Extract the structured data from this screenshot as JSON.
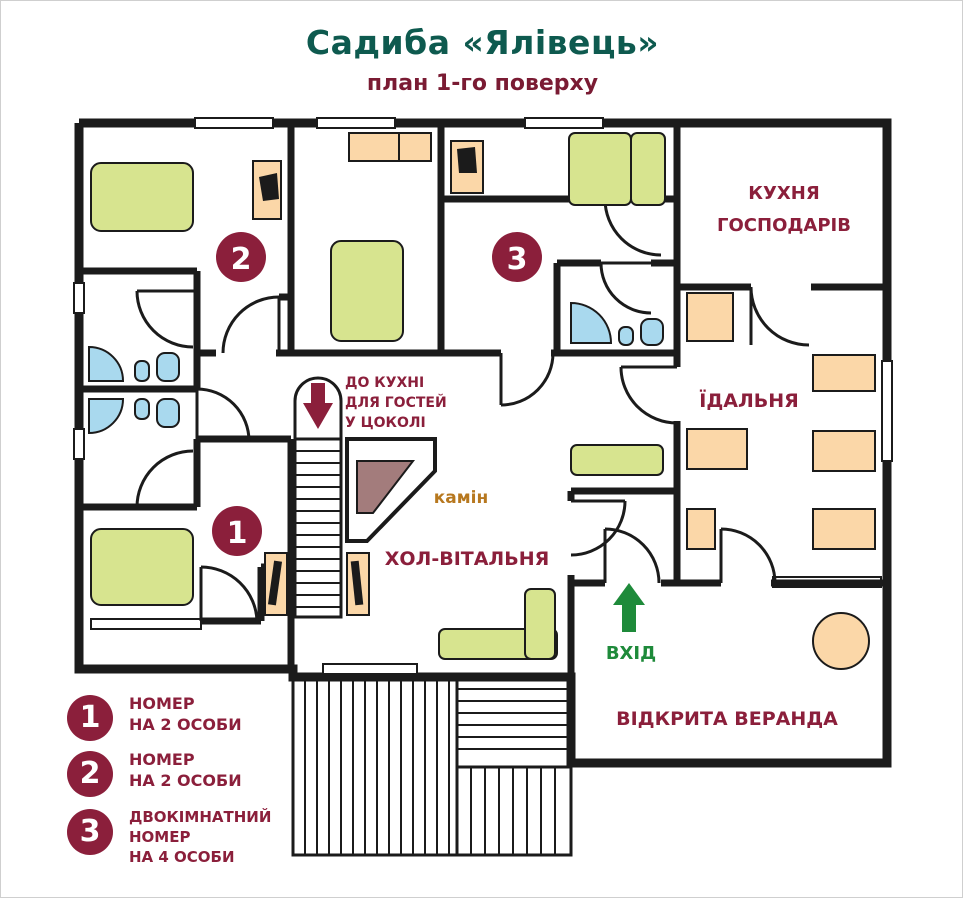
{
  "title": "Садиба «Ялівець»",
  "subtitle": "план 1-го поверху",
  "rooms": {
    "host_kitchen": [
      "КУХНЯ",
      "ГОСПОДАРІВ"
    ],
    "dining": "ЇДАЛЬНЯ",
    "hall": "ХОЛ-ВІТАЛЬНЯ",
    "fireplace": "камін",
    "veranda": "ВІДКРИТА ВЕРАНДА",
    "entrance": "ВХІД",
    "to_kitchen": [
      "ДО КУХНІ",
      "ДЛЯ ГОСТЕЙ",
      "У ЦОКОЛІ"
    ]
  },
  "room_numbers": [
    "1",
    "2",
    "3"
  ],
  "legend": [
    {
      "number": "1",
      "text": "НОМЕР\nНА 2 ОСОБИ"
    },
    {
      "number": "2",
      "text": "НОМЕР\nНА 2 ОСОБИ"
    },
    {
      "number": "3",
      "text": "ДВОКІМНАТНИЙ\nНОМЕР\nНА 4 ОСОБИ"
    }
  ],
  "colors": {
    "title": "#0e5a4f",
    "accent": "#8b1f3b",
    "wall": "#1b1b1b",
    "bed": "#d7e48f",
    "table": "#fbd7a8",
    "bath": "#a9d9ee",
    "entrance_arrow": "#1e8a3a",
    "fireplace_label": "#b7781f",
    "fireplace": "#a37c7c"
  },
  "icons": [
    "down-arrow-icon",
    "up-arrow-icon"
  ]
}
